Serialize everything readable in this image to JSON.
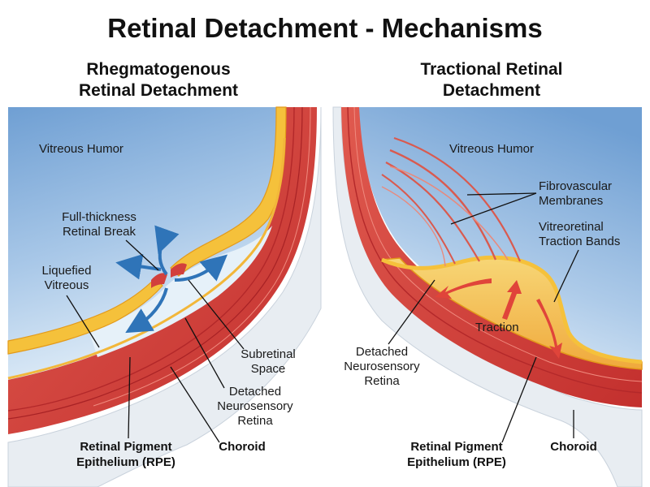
{
  "title": "Retinal Detachment - Mechanisms",
  "colors": {
    "vitreous_top": "#7aa8d8",
    "vitreous_bottom": "#dcebf6",
    "retina": "#f5c13b",
    "retina_edge": "#e8a21e",
    "choroid": "#d2403c",
    "choroid_dark": "#b3282a",
    "sclera": "#e9eef3",
    "flow_arrow": "#2f74b8",
    "traction_arrow": "#e0443a"
  },
  "left_panel": {
    "title_line1": "Rhegmatogenous",
    "title_line2": "Retinal Detachment",
    "labels": {
      "vitreous_humor": "Vitreous Humor",
      "break_line1": "Full-thickness",
      "break_line2": "Retinal Break",
      "liquefied_line1": "Liquefied",
      "liquefied_line2": "Vitreous",
      "subretinal_line1": "Subretinal",
      "subretinal_line2": "Space",
      "detached_line1": "Detached",
      "detached_line2": "Neurosensory",
      "detached_line3": "Retina",
      "rpe_line1": "Retinal Pigment",
      "rpe_line2": "Epithelium (RPE)",
      "choroid": "Choroid"
    }
  },
  "right_panel": {
    "title_line1": "Tractional Retinal",
    "title_line2": "Detachment",
    "labels": {
      "vitreous_humor": "Vitreous Humor",
      "fibro_line1": "Fibrovascular",
      "fibro_line2": "Membranes",
      "vtb_line1": "Vitreoretinal",
      "vtb_line2": "Traction Bands",
      "traction": "Traction",
      "detached_line1": "Detached",
      "detached_line2": "Neurosensory",
      "detached_line3": "Retina",
      "rpe_line1": "Retinal Pigment",
      "rpe_line2": "Epithelium (RPE)",
      "choroid": "Choroid"
    }
  }
}
